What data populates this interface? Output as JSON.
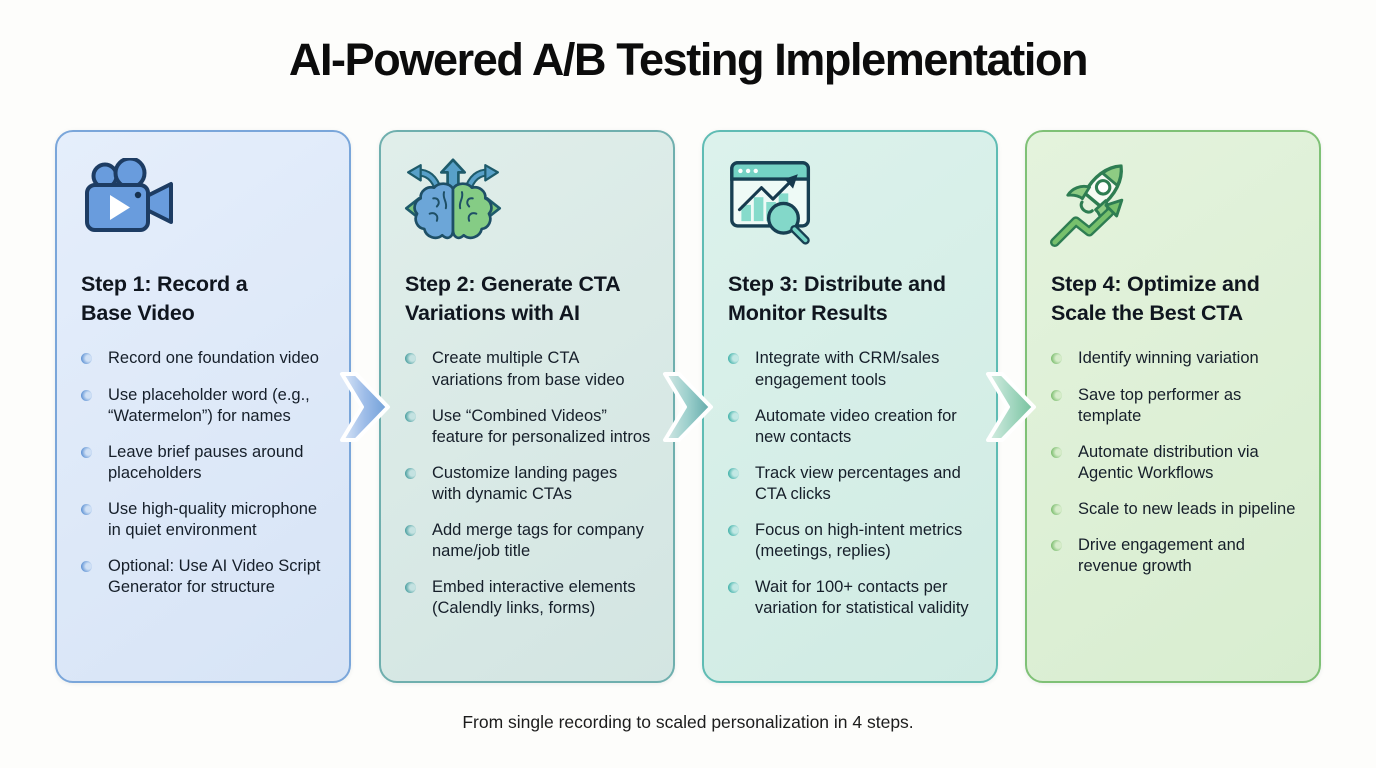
{
  "page": {
    "title": "AI-Powered A/B Testing Implementation",
    "footer": "From single recording to scaled personalization in 4 steps.",
    "background": "#fdfdfb"
  },
  "steps": [
    {
      "icon": "video-camera-icon",
      "title": "Step 1: Record a\nBase Video",
      "bullets": [
        "Record one foundation video",
        "Use placeholder word (e.g., “Watermelon”) for names",
        "Leave brief pauses around placeholders",
        "Use high-quality microphone in quiet environment",
        "Optional: Use AI Video Script Generator for structure"
      ],
      "colors": {
        "bg1": "#e5eefb",
        "bg2": "#d7e4f6",
        "border": "#7aa6da",
        "bullet": "#5e92d4",
        "bullet-light": "#cfe0f5"
      }
    },
    {
      "icon": "ai-brain-arrows-icon",
      "title": "Step 2: Generate CTA\nVariations with AI",
      "bullets": [
        "Create multiple CTA variations from base video",
        "Use “Combined Videos” feature for personalized intros",
        "Customize landing pages with dynamic CTAs",
        "Add merge tags for company name/job title",
        "Embed interactive elements (Calendly links, forms)"
      ],
      "colors": {
        "bg1": "#e0eeea",
        "bg2": "#d3e5e2",
        "border": "#6fafae",
        "bullet": "#4b9fa0",
        "bullet-light": "#c4e2e1"
      }
    },
    {
      "icon": "analytics-browser-icon",
      "title": "Step 3: Distribute and\nMonitor Results",
      "bullets": [
        "Integrate with CRM/sales engagement tools",
        "Automate video creation for new contacts",
        "Track view percentages and CTA clicks",
        "Focus on high-intent metrics (meetings, replies)",
        "Wait for 100+ contacts per variation for statistical validity"
      ],
      "colors": {
        "bg1": "#dcf2ec",
        "bg2": "#d0ebe3",
        "border": "#5fbcb4",
        "bullet": "#43b2aa",
        "bullet-light": "#c2e8e4"
      }
    },
    {
      "icon": "rocket-growth-icon",
      "title": "Step 4: Optimize and\nScale the Best CTA",
      "bullets": [
        "Identify winning variation",
        "Save top performer as template",
        "Automate distribution via Agentic Workflows",
        "Scale to new leads in pipeline",
        "Drive engagement and revenue growth"
      ],
      "colors": {
        "bg1": "#e4f3dd",
        "bg2": "#d8edd0",
        "border": "#7fc176",
        "bullet": "#7bbd6e",
        "bullet-light": "#d6ecca"
      }
    }
  ],
  "connectors": [
    {
      "direction": "right",
      "colors": [
        "#dbe7f7",
        "#9dbce8",
        "#6f9fd8"
      ]
    },
    {
      "direction": "right",
      "colors": [
        "#d5e9e6",
        "#9ccfcc",
        "#5fa8a8"
      ]
    },
    {
      "direction": "right",
      "colors": [
        "#d7eee3",
        "#a5d8c2",
        "#74c19c"
      ]
    }
  ]
}
